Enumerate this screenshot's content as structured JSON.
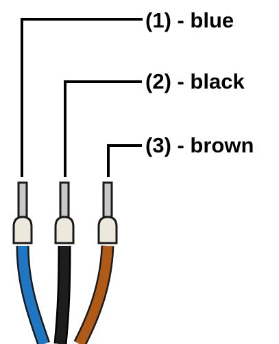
{
  "labels": {
    "wire_1": "(1) - blue",
    "wire_2": "(2) - black",
    "wire_3": "(3) - brown"
  },
  "colors": {
    "wire_1": "#1f77c4",
    "wire_2": "#1d1d1d",
    "wire_3": "#b05a17",
    "leader": "#000000",
    "ferrule_sleeve": "#ece8dc",
    "ferrule_pin": "#c8c8c8",
    "outline": "#1a1a1a"
  }
}
